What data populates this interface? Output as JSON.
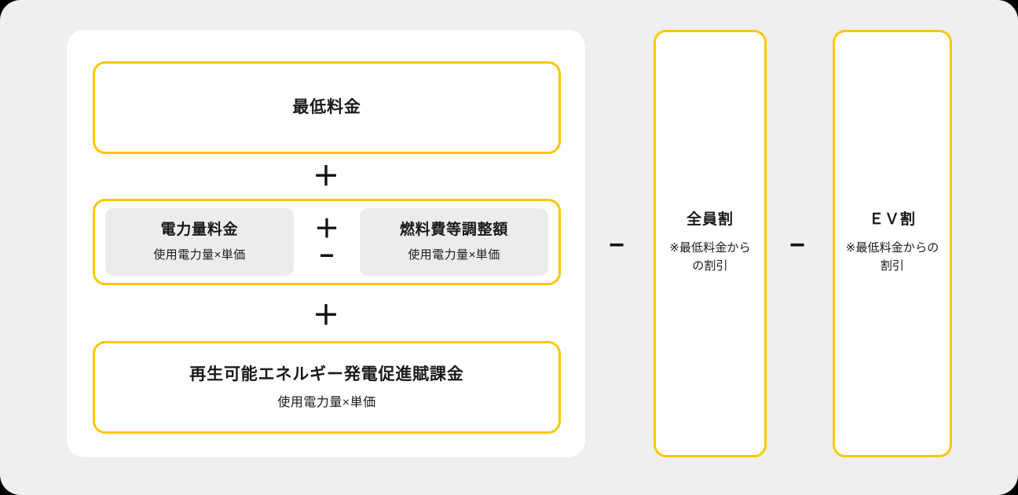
{
  "theme": {
    "accent_yellow": "#FBC700",
    "page_background": "#EFEFEF",
    "card_background": "#FFFFFF",
    "inner_box_background": "#ECECEC",
    "text_color": "#1A1A1A"
  },
  "main_card": {
    "rows": [
      {
        "id": "minimum-charge",
        "title": "最低料金",
        "subtitle": ""
      },
      {
        "id": "usage-charge",
        "inner_boxes": [
          {
            "id": "electricity-usage-charge",
            "title": "電力量料金",
            "subtitle": "使用電力量×単価"
          },
          {
            "id": "fuel-cost-adjustment",
            "title": "燃料費等調整額",
            "subtitle": "使用電力量×単価"
          }
        ],
        "inner_operator": {
          "plus": "＋",
          "minus": "−"
        }
      },
      {
        "id": "renewable-energy-levy",
        "title": "再生可能エネルギー発電促進賦課金",
        "subtitle": "使用電力量×単価"
      }
    ],
    "operators": {
      "plus_1": "＋",
      "plus_2": "＋"
    }
  },
  "separators": {
    "minus_1": "−",
    "minus_2": "−"
  },
  "discount_columns": [
    {
      "id": "zenin-wari",
      "title": "全員割",
      "note": "※最低料金からの割引"
    },
    {
      "id": "ev-wari",
      "title": "ＥＶ割",
      "note": "※最低料金からの割引"
    }
  ]
}
